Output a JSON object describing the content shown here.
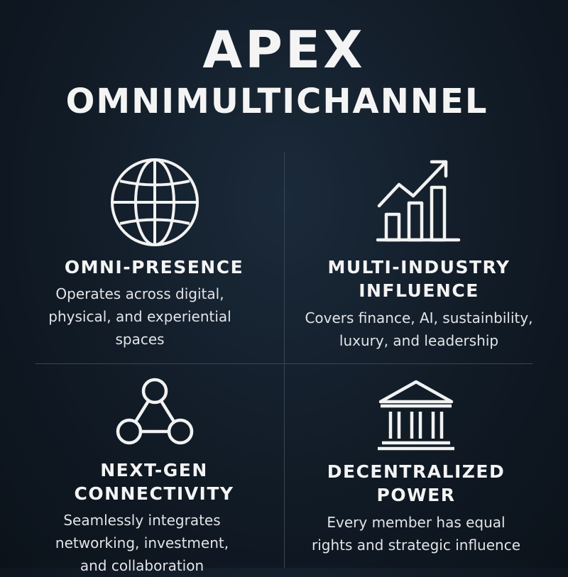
{
  "title": {
    "main": "APEX",
    "sub": "OMNIMULTICHANNEL"
  },
  "features": [
    {
      "icon": "globe-icon",
      "heading": [
        "OMNI-PRESENCE"
      ],
      "description": [
        "Operates across digital,",
        "physical, and experiential",
        "spaces"
      ]
    },
    {
      "icon": "rising-bar-chart-icon",
      "heading": [
        "MULTI-INDUSTRY",
        "INFLUENCE"
      ],
      "description": [
        "Covers finance, AI, sustainbility,",
        "luxury, and leadership"
      ]
    },
    {
      "icon": "network-triangle-icon",
      "heading": [
        "NEXT-GEN",
        "CONNECTIVITY"
      ],
      "description": [
        "Seamlessly integrates",
        "networking, investment,",
        "and collaboration"
      ]
    },
    {
      "icon": "institution-building-icon",
      "heading": [
        "DECENTRALIZED",
        "POWER"
      ],
      "description": [
        "Every member has equal",
        "rights and strategic influence"
      ]
    }
  ],
  "colors": {
    "background": "#111b26",
    "text": "#f4f4f4",
    "divider": "#3a4654"
  }
}
